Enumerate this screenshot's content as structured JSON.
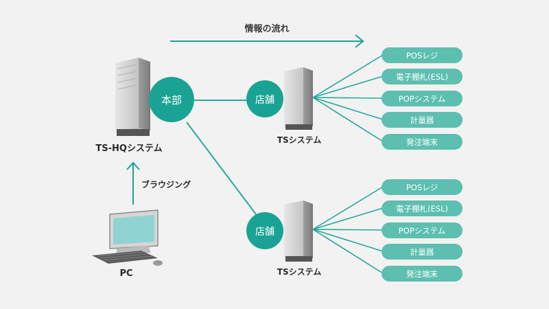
{
  "flow_label": "情報の流れ",
  "browsing_label": "ブラウジング",
  "hq": {
    "circle_label": "本部",
    "system_label": "TS-HQシステム"
  },
  "stores": [
    {
      "circle_label": "店舗",
      "system_label": "TSシステム"
    },
    {
      "circle_label": "店舗",
      "system_label": "TSシステム"
    }
  ],
  "store_devices": [
    [
      "POSレジ",
      "電子棚札(ESL)",
      "POPシステム",
      "計量器",
      "発注端末"
    ],
    [
      "POSレジ",
      "電子棚札(ESL)",
      "POPシステム",
      "計量器",
      "発注端末"
    ]
  ],
  "pc_label": "PC",
  "colors": {
    "teal": "#1aa394",
    "pill": "#5cbfb0",
    "line": "#26a898",
    "server_body": "#c9c9c9",
    "background": "#f2f2f2"
  },
  "icons": {
    "server": "server-tower-icon",
    "pc": "desktop-pc-icon",
    "arrow": "arrow-icon"
  }
}
